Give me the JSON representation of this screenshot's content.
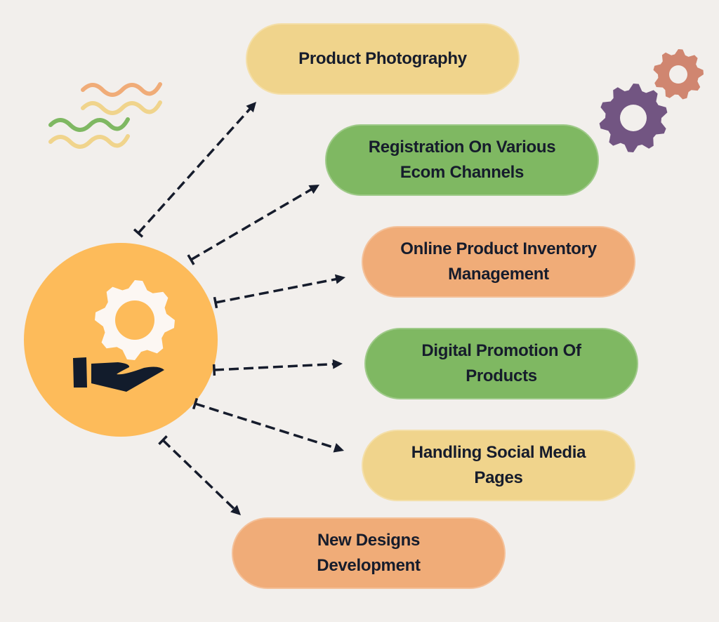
{
  "colors": {
    "background": "#f2efec",
    "hub": "#fdbb5a",
    "yellow": "#f0d48c",
    "green": "#7fb862",
    "orange": "#f0ac78",
    "purple_gear": "#725582",
    "orange_gear": "#d08670",
    "ink": "#161c2c"
  },
  "hub": {
    "icon": "hand-holding-gear-icon"
  },
  "items": [
    {
      "label": "Product Photography"
    },
    {
      "label": "Registration On Various Ecom Channels"
    },
    {
      "label": "Online Product Inventory Management"
    },
    {
      "label": "Digital Promotion Of Products"
    },
    {
      "label": "Handling Social Media Pages"
    },
    {
      "label": "New Designs Development"
    }
  ]
}
